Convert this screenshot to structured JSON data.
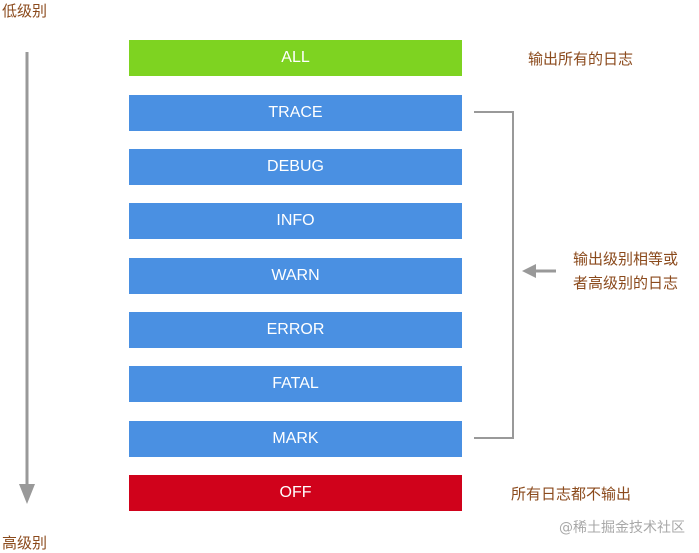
{
  "axis": {
    "low_label": "低级别",
    "high_label": "高级别"
  },
  "levels": [
    {
      "label": "ALL",
      "color": "#7ED321"
    },
    {
      "label": "TRACE",
      "color": "#4A90E2"
    },
    {
      "label": "DEBUG",
      "color": "#4A90E2"
    },
    {
      "label": "INFO",
      "color": "#4A90E2"
    },
    {
      "label": "WARN",
      "color": "#4A90E2"
    },
    {
      "label": "ERROR",
      "color": "#4A90E2"
    },
    {
      "label": "FATAL",
      "color": "#4A90E2"
    },
    {
      "label": "MARK",
      "color": "#4A90E2"
    },
    {
      "label": "OFF",
      "color": "#D0021B"
    }
  ],
  "notes": {
    "all": "输出所有的日志",
    "range_line1": "输出级别相等或",
    "range_line2": "者高级别的日志",
    "off": "所有日志都不输出"
  },
  "watermark": "@稀土掘金技术社区",
  "colors": {
    "text_accent": "#8B4A1C",
    "arrow": "#999999"
  }
}
